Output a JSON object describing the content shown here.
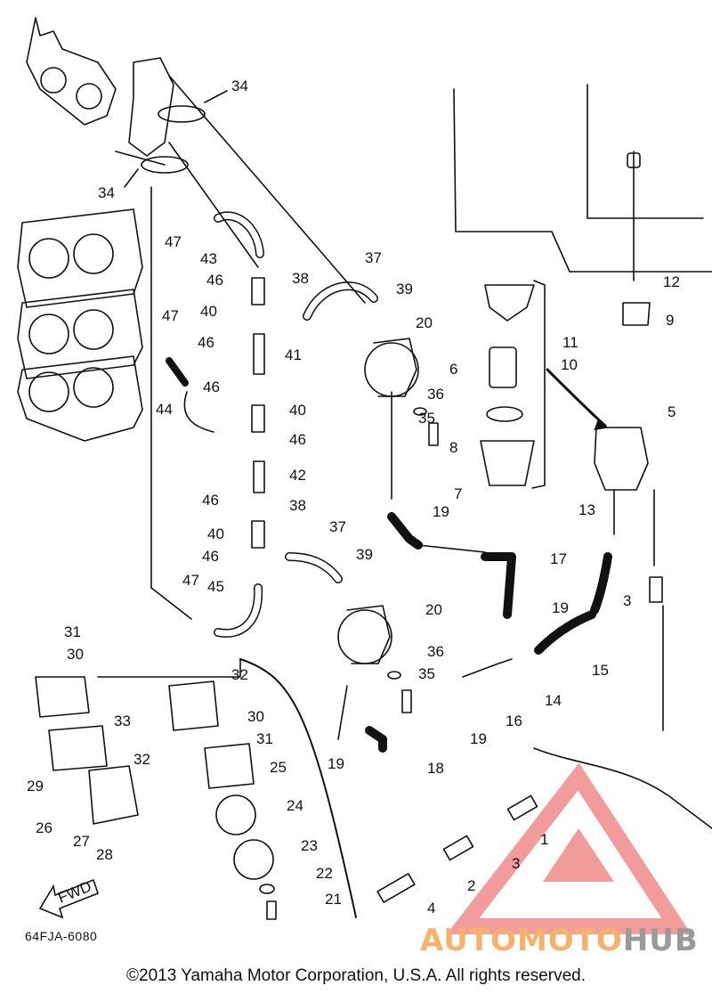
{
  "diagram": {
    "part_code": "64FJA-6080",
    "copyright": "©2013 Yamaha Motor Corporation, U.S.A. All rights reserved.",
    "watermark": {
      "text_colored": "AUTOMOTO",
      "text_gray": "HUB",
      "accent": "#e84a4a"
    },
    "fwd_label": "FWD",
    "labels": [
      "1",
      "2",
      "3",
      "3",
      "4",
      "5",
      "6",
      "7",
      "8",
      "9",
      "10",
      "11",
      "12",
      "13",
      "14",
      "15",
      "16",
      "17",
      "18",
      "19",
      "19",
      "19",
      "19",
      "20",
      "20",
      "21",
      "22",
      "23",
      "24",
      "25",
      "26",
      "27",
      "28",
      "29",
      "30",
      "30",
      "31",
      "31",
      "32",
      "32",
      "33",
      "34",
      "34",
      "35",
      "35",
      "36",
      "36",
      "37",
      "37",
      "38",
      "38",
      "39",
      "39",
      "40",
      "40",
      "40",
      "41",
      "42",
      "43",
      "44",
      "45",
      "46",
      "46",
      "46",
      "46",
      "46",
      "46",
      "47",
      "47",
      "47"
    ]
  }
}
